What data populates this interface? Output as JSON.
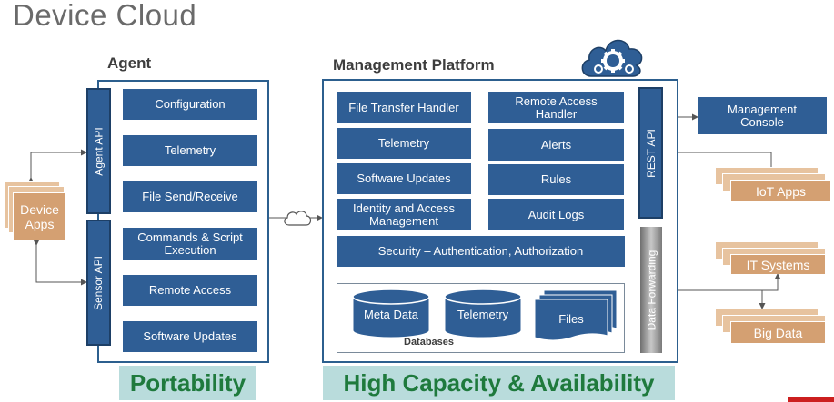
{
  "title": "Device Cloud",
  "agent": {
    "label": "Agent",
    "agent_api": "Agent API",
    "sensor_api": "Sensor API",
    "items": [
      "Configuration",
      "Telemetry",
      "File Send/Receive",
      "Commands & Script Execution",
      "Remote Access",
      "Software Updates"
    ]
  },
  "platform": {
    "label": "Management Platform",
    "left_items": [
      "File Transfer Handler",
      "Telemetry",
      "Software Updates",
      "Identity and Access Management"
    ],
    "right_items": [
      "Remote Access Handler",
      "Alerts",
      "Rules",
      "Audit Logs"
    ],
    "security": "Security – Authentication, Authorization",
    "rest_api": "REST API",
    "data_forwarding": "Data Forwarding",
    "databases": {
      "label": "Databases",
      "items": [
        "Meta Data",
        "Telemetry",
        "Files"
      ]
    }
  },
  "external": {
    "device_apps": "Device Apps",
    "management_console": "Management Console",
    "iot_apps": "IoT Apps",
    "it_systems": "IT Systems",
    "big_data": "Big Data"
  },
  "banners": {
    "portability": "Portability",
    "capacity": "High Capacity & Availability"
  },
  "colors": {
    "box_blue": "#2f5e95",
    "frame_blue": "#2c5f8e",
    "orange": "#d4a072",
    "banner_bg": "#b9dcdc",
    "banner_text": "#1f7a3d"
  }
}
